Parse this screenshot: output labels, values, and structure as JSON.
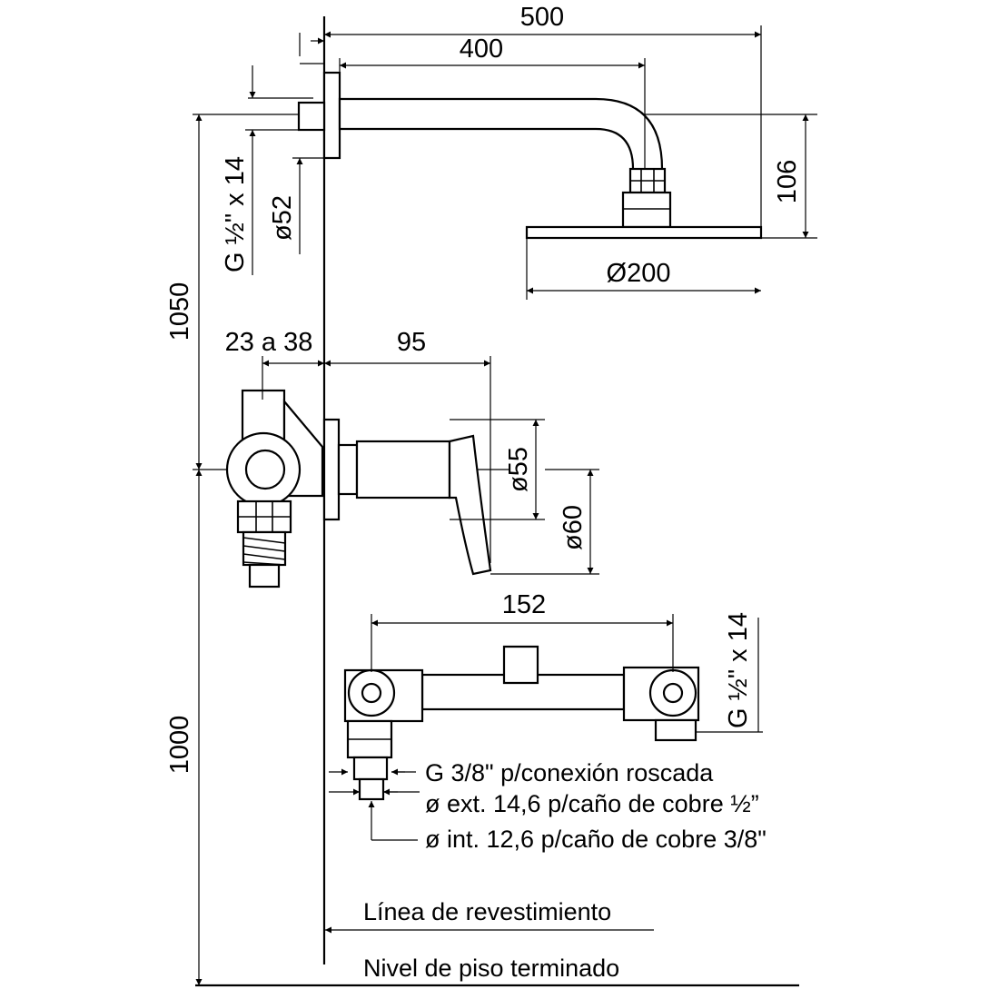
{
  "dimensions": {
    "d500": "500",
    "d400": "400",
    "d106": "106",
    "d200": "Ø200",
    "d52": "ø52",
    "g12_top": "G ½\" x 14",
    "d1050": "1050",
    "d23a38": "23 a 38",
    "d95": "95",
    "d55": "ø55",
    "d60": "ø60",
    "d152": "152",
    "g12_right": "G ½\" x 14",
    "d1000": "1000"
  },
  "notes": {
    "g38": "G 3/8\" p/conexión roscada",
    "ext": "ø ext. 14,6 p/caño de cobre ½”",
    "int": "ø int. 12,6 p/caño de cobre 3/8\""
  },
  "lines": {
    "revestimiento": "Línea de revestimiento",
    "piso": "Nivel de piso terminado"
  }
}
